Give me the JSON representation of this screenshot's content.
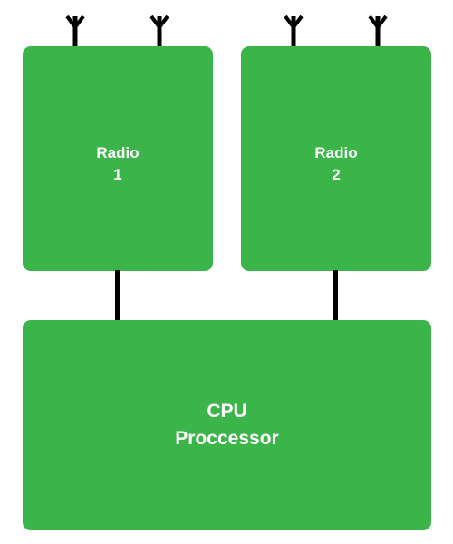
{
  "colors": {
    "block_fill": "#3bb54a",
    "text": "#ffffff",
    "connector": "#000000"
  },
  "radio_1": {
    "line1": "Radio",
    "line2": "1"
  },
  "radio_2": {
    "line1": "Radio",
    "line2": "2"
  },
  "cpu": {
    "line1": "CPU",
    "line2": "Proccessor"
  },
  "icons": {
    "antenna": "antenna-icon"
  }
}
